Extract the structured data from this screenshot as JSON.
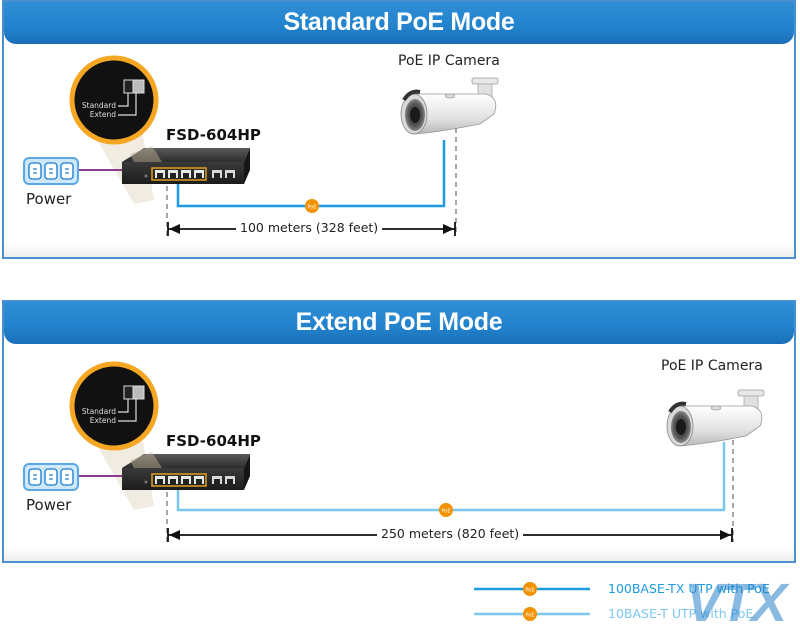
{
  "panels": [
    {
      "title": "Standard PoE Mode",
      "switch_model": "FSD-604HP",
      "switch_inset": {
        "label_top": "Standard",
        "label_bottom": "Extend"
      },
      "power_label": "Power",
      "camera_label": "PoE IP Camera",
      "distance_label": "100 meters (328 feet)",
      "poe_badge": "PoE",
      "link_type": "100BASE-TX UTP with PoE"
    },
    {
      "title": "Extend PoE Mode",
      "switch_model": "FSD-604HP",
      "switch_inset": {
        "label_top": "Standard",
        "label_bottom": "Extend"
      },
      "power_label": "Power",
      "camera_label": "PoE IP Camera",
      "distance_label": "250 meters (820 feet)",
      "poe_badge": "PoE",
      "link_type": "10BASE-T UTP with PoE"
    }
  ],
  "legend": [
    {
      "label": "100BASE-TX UTP with PoE",
      "color": "#1e9be0",
      "badge": "PoE"
    },
    {
      "label": "10BASE-T UTP with PoE",
      "color": "#7cc8f0",
      "badge": "PoE"
    }
  ],
  "watermark": "VTX",
  "colors": {
    "header": "#2282cc",
    "border": "#4a90cf",
    "poe_badge": "#f39200",
    "inset_ring": "#f5a623",
    "power_cable": "#8e3a8e",
    "cable_100": "#1e9be0",
    "cable_10": "#7cc8f0"
  }
}
